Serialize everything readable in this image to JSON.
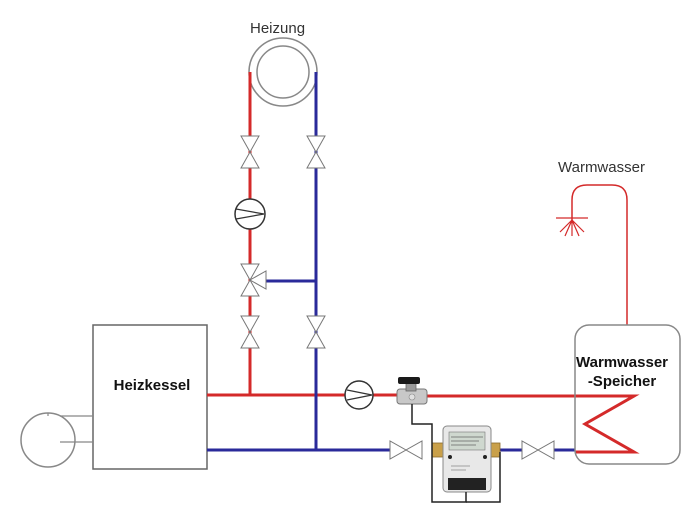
{
  "labels": {
    "heizung": "Heizung",
    "warmwasser": "Warmwasser",
    "heizkessel": "Heizkessel",
    "speicher_line1": "Warmwasser",
    "speicher_line2": "-Speicher"
  },
  "colors": {
    "supply": "#d42a2a",
    "return": "#2a2a9a",
    "outline": "#888888",
    "black": "#222222"
  }
}
